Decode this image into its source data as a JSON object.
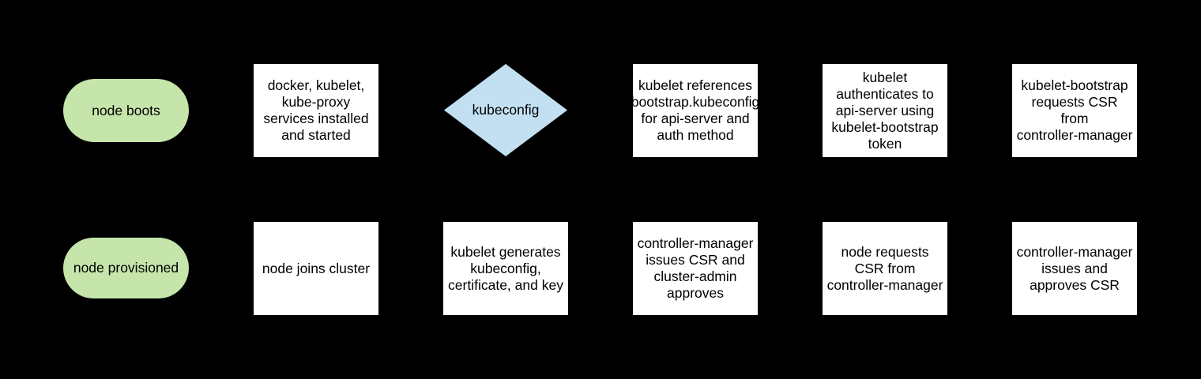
{
  "diagram": {
    "kind": "flowchart",
    "background": "#000000",
    "colors": {
      "process_fill": "#ffffff",
      "terminator_fill": "#c5e5ab",
      "decision_fill": "#c2e0f2",
      "text": "#000000"
    },
    "nodes": [
      {
        "type": "terminator",
        "row": 1,
        "col": 1,
        "label": "node boots"
      },
      {
        "type": "process",
        "row": 1,
        "col": 2,
        "label": "docker, kubelet,\nkube-proxy\nservices installed\nand started"
      },
      {
        "type": "decision",
        "row": 1,
        "col": 3,
        "label": "kubeconfig"
      },
      {
        "type": "process",
        "row": 1,
        "col": 4,
        "label": "kubelet references\nbootstrap.kubeconfig\nfor api-server and\nauth method"
      },
      {
        "type": "process",
        "row": 1,
        "col": 5,
        "label": "kubelet\nauthenticates to\napi-server using\nkubelet-bootstrap\ntoken"
      },
      {
        "type": "process",
        "row": 1,
        "col": 6,
        "label": "kubelet-bootstrap\nrequests CSR\nfrom\ncontroller-manager"
      },
      {
        "type": "terminator",
        "row": 2,
        "col": 1,
        "label": "node provisioned"
      },
      {
        "type": "process",
        "row": 2,
        "col": 2,
        "label": "node joins cluster"
      },
      {
        "type": "process",
        "row": 2,
        "col": 3,
        "label": "kubelet generates\nkubeconfig,\ncertificate, and key"
      },
      {
        "type": "process",
        "row": 2,
        "col": 4,
        "label": "controller-manager\nissues CSR and\ncluster-admin\napproves"
      },
      {
        "type": "process",
        "row": 2,
        "col": 5,
        "label": "node requests\nCSR from\ncontroller-manager"
      },
      {
        "type": "process",
        "row": 2,
        "col": 6,
        "label": "controller-manager\nissues and\napproves CSR"
      }
    ]
  }
}
